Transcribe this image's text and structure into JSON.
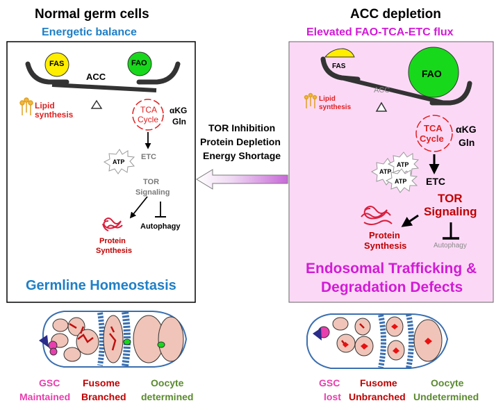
{
  "left": {
    "heading": "Normal germ cells",
    "subheading": "Energetic balance",
    "fas": "FAS",
    "fao": "FAO",
    "acc": "ACC",
    "lipid_1": "Lipid",
    "lipid_2": "synthesis",
    "tca_1": "TCA",
    "tca_2": "Cycle",
    "akg": "αKG",
    "gln": "Gln",
    "atp": "ATP",
    "etc": "ETC",
    "tor_1": "TOR",
    "tor_2": "Signaling",
    "autophagy": "Autophagy",
    "protein_1": "Protein",
    "protein_2": "Synthesis",
    "outcome": "Germline Homeostasis"
  },
  "right": {
    "heading": "ACC depletion",
    "subheading": "Elevated FAO-TCA-ETC flux",
    "fas": "FAS",
    "fao": "FAO",
    "acc": "ACC",
    "lipid_1": "Lipid",
    "lipid_2": "synthesis",
    "tca_1": "TCA",
    "tca_2": "Cycle",
    "akg": "αKG",
    "gln": "Gln",
    "atp": "ATP",
    "etc": "ETC",
    "tor_1": "TOR",
    "tor_2": "Signaling",
    "autophagy": "Autophagy",
    "protein_1": "Protein",
    "protein_2": "Synthesis",
    "outcome_1": "Endosomal Trafficking &",
    "outcome_2": "Degradation Defects"
  },
  "middle": {
    "line_1": "TOR Inhibition",
    "line_2": "Protein Depletion",
    "line_3": "Energy Shortage"
  },
  "bottom_left": {
    "gsc_1": "GSC",
    "gsc_2": "Maintained",
    "fusome_1": "Fusome",
    "fusome_2": "Branched",
    "oocyte_1": "Oocyte",
    "oocyte_2": "determined"
  },
  "bottom_right": {
    "gsc_1": "GSC",
    "gsc_2": "lost",
    "fusome_1": "Fusome",
    "fusome_2": "Unbranched",
    "oocyte_1": "Oocyte",
    "oocyte_2": "Undetermined"
  },
  "colors": {
    "blue": "#1f7fc6",
    "magenta": "#d21bd6",
    "red": "#c00000",
    "green": "#5a8a2e",
    "pink": "#e83fae",
    "panel_pink": "#fbd9f6",
    "fas_yellow": "#ffee00",
    "fao_green": "#18d81b"
  }
}
